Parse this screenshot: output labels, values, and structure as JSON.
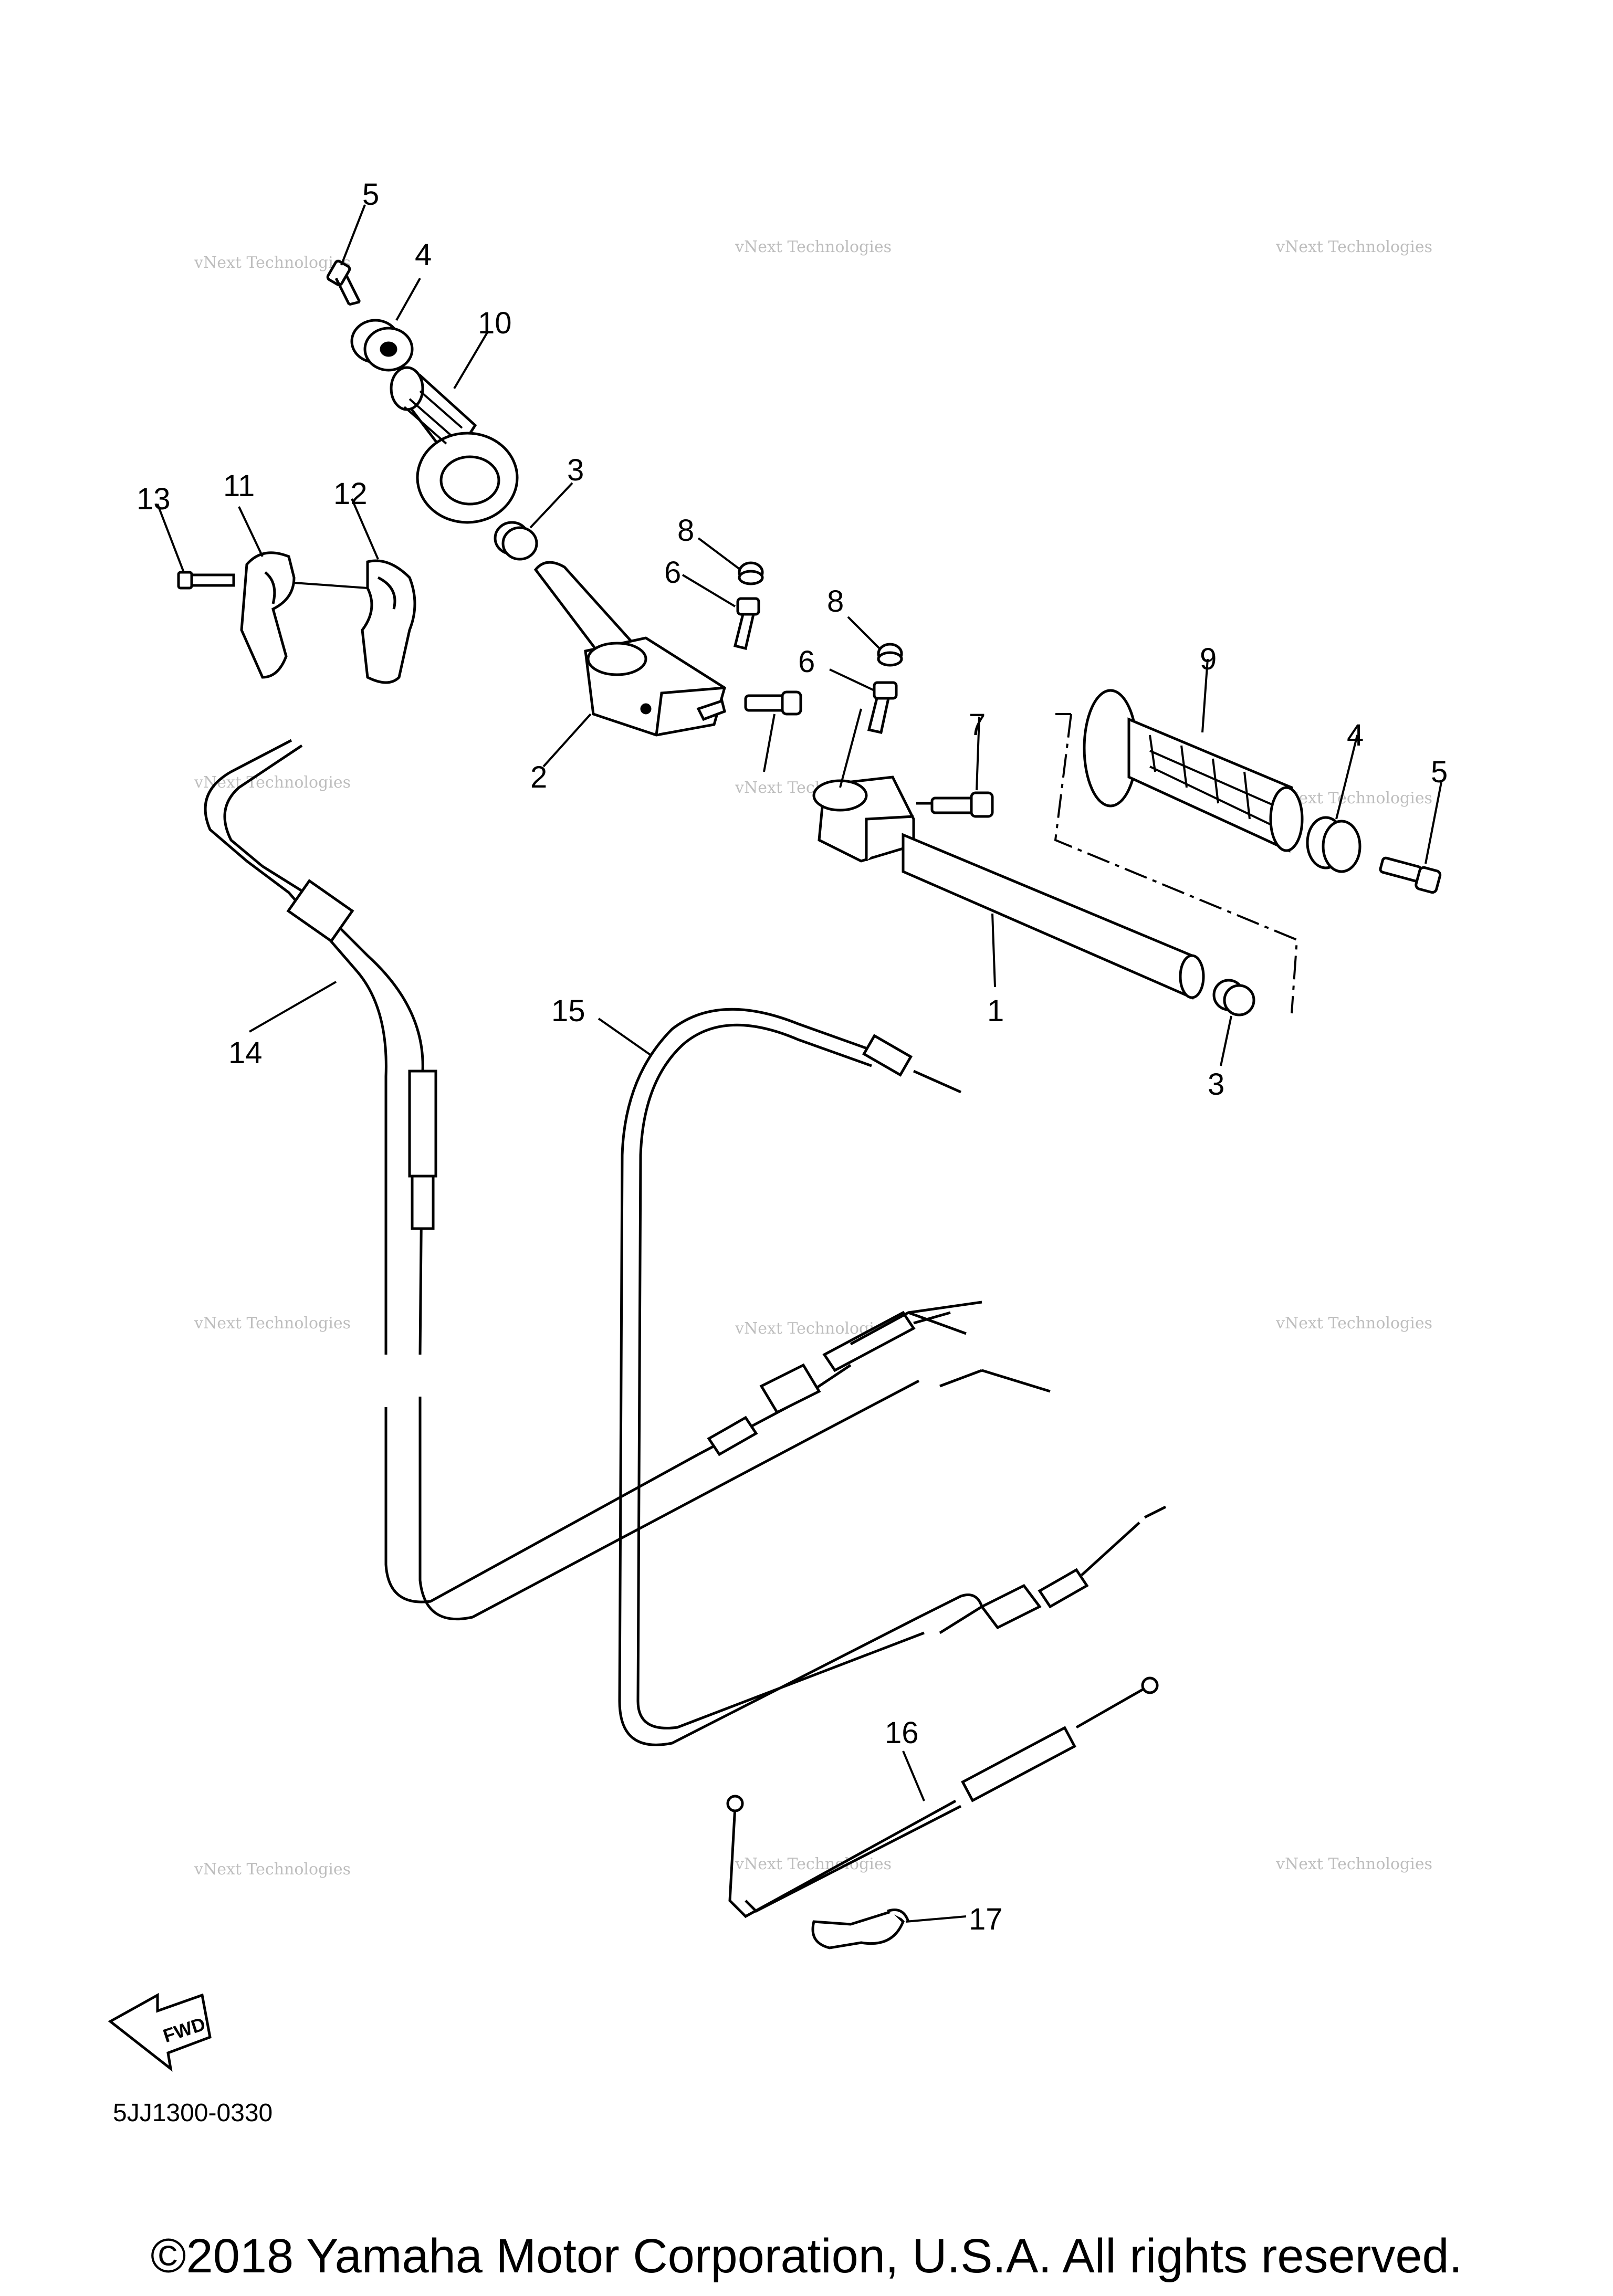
{
  "diagram": {
    "diagram_code": "5JJ1300-0330",
    "fwd_label": "FWD",
    "copyright": "©2018 Yamaha Motor Corporation, U.S.A. All rights reserved.",
    "watermark_line1": "vNext Technologies",
    "watermark_line2": "vNext Technologies",
    "callouts": [
      "1",
      "2",
      "3",
      "3",
      "4",
      "4",
      "5",
      "5",
      "6",
      "6",
      "7",
      "8",
      "8",
      "9",
      "10",
      "11",
      "12",
      "13",
      "14",
      "15",
      "16",
      "17"
    ]
  }
}
